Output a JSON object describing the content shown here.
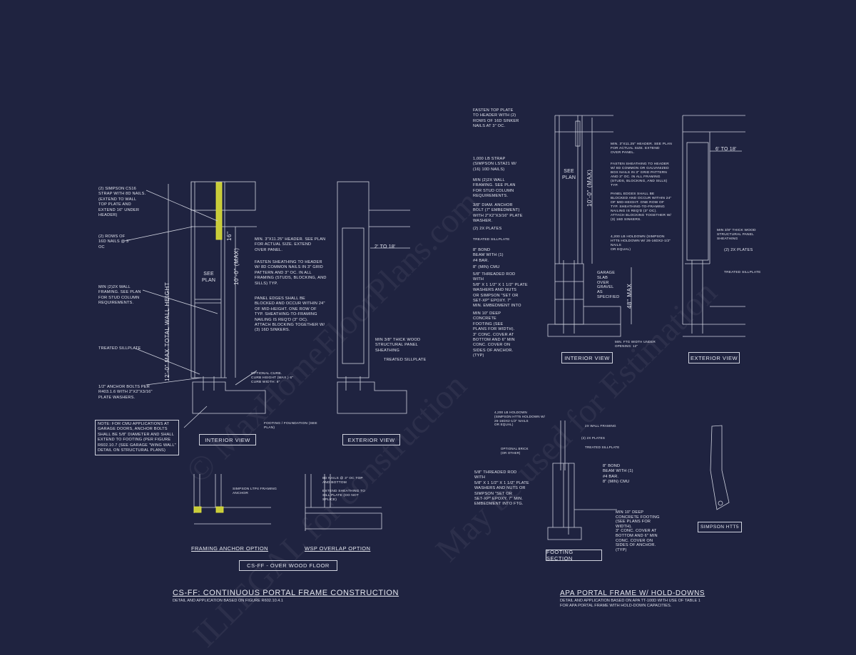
{
  "watermark": [
    "© MaxHomeFloorPlans.com",
    "ILLEGAL for construction",
    "May be used for Estimation"
  ],
  "colors": {
    "background": "#1f2340",
    "lines": "#cfd2de",
    "highlight": "#e6e83a"
  },
  "left_detail": {
    "notes": {
      "cs16_strap": "(2) SIMPSON CS16\nSTRAP WITH 8d NAILS.\n(EXTEND TO WALL\nTOP PLATE AND\nEXTEND 16\" UNDER\nHEADER)",
      "rows_nails": "(2) ROWS OF\n16d NAILS @ 3\"\nOC",
      "wall_framing": "MIN (2)2X WALL\nFRAMING. SEE PLAN\nFOR STUD COLUMN\nREQUIREMENTS.",
      "treated_sillplate": "TREATED SILLPLATE",
      "anchor_bolts": "1/2\" ANCHOR BOLTS PER\nR403.1.6 WITH 2\"x2\"x3/16\"\nPLATE WASHERS.",
      "cmu_note": "NOTE: FOR CMU APPLICATIONS AT\nGARAGE DOORS, ANCHOR BOLTS\nSHALL BE 5/8\" DIAMETER AND SHALL\nEXTEND TO FOOTING (PER FIGURE\nR602.10.7 (SEE GARAGE \"WING WALL\"\nDETAIL ON STRUCTURAL PLANS)",
      "header": "MIN. 3\"x11.25\" HEADER. SEE PLAN\nFOR ACTUAL SIZE. EXTEND\nOVER PANEL.",
      "fasten_sheathing": "FASTEN SHEATHING TO HEADER\nW/ 8d COMMON NAILS IN 3\" GRID\nPATTERN AND 3\" OC. IN ALL\nFRAMING (STUDS, BLOCKING, AND\nSILLS) TYP.",
      "panel_edges": "PANEL EDGES SHALL BE\nBLOCKED AND OCCUR WITHIN 24\"\nOF MID-HEIGHT. ONE ROW OF\nTYP. SHEATHING-TO-FRAMING\nNAILING IS REQ'D (3\" OC).\nATTACH BLOCKING TOGETHER W/\n(3) 16d SINKERS.",
      "optional_curb": "OPTIONAL CURB.\nCURB HEIGHT (MAX.) 6\"\nCURB WIDTH: 8\"",
      "footing": "FOOTING / FOUNDATION (SEE\nPLAN)",
      "span": "2' TO 18'",
      "sheathing": "MIN 3/8\" THICK WOOD\nSTRUCTURAL PANEL\nSHEATHING",
      "treated_sillplate_ext": "TREATED SILLPLATE",
      "see_plan": "SEE\nPLAN",
      "dim_total": "12'-0\" MAX TOTAL WALL HEIGHT",
      "dim_max": "10'-0\" (MAX)",
      "dim_16": "16\"",
      "ltp4": "SIMPSON LTP4 FRAMING\nANCHOR",
      "nails_8d": "8d NAILS @ 3\" OC TOP\nAND BOTTOM",
      "extend_sheathing": "EXTEND SHEATHING TO\nSILL PLATE (DO NOT\nSPLICE)"
    },
    "labels": {
      "interior_view": "INTERIOR VIEW",
      "exterior_view": "EXTERIOR VIEW",
      "framing_anchor_option": "FRAMING ANCHOR OPTION",
      "wsp_overlap_option": "WSP OVERLAP OPTION",
      "over_wood_floor": "CS-FF - OVER WOOD FLOOR"
    },
    "title": "CS-FF: CONTINUOUS PORTAL FRAME CONSTRUCTION",
    "subtitle": "DETAIL AND APPLICATION BASED ON FIGURE R602.10.4.1"
  },
  "right_detail": {
    "notes": {
      "fasten_top_plate": "FASTEN TOP PLATE\nTO HEADER WITH (2)\nROWS OF 16d SINKER\nNAILS AT 3\" OC.",
      "strap": "1,000 LB STRAP\n(SIMPSON LSTA21 W/\n(16) 10d NAILS)",
      "wall_framing": "MIN (2)2X WALL\nFRAMING. SEE PLAN\nFOR STUD COLUMN\nREQUIREMENTS.",
      "anchor_bolt": "3/8\" DIAM. ANCHOR\nBOLT (7\" EMBEDMENT)\nWITH 2\"x2\"x3/16\" PLATE\nWASHER.",
      "plates": "(2) 2x PLATES",
      "treated_sillplate": "TREATED SILLPLATE",
      "bond_beam": "8\" BOND\nBEAM WITH (1)\n#4 BAR.",
      "cmu": "8\" (MIN) CMU",
      "threaded_rod": "5/8\" THREADED ROD\nWITH\n5/8\" x 1 1/2\" x 1 1/2\" PLATE\nWASHERS AND NUTS\nOR SIMPSON \"SET OR\nSET-XP\" EPOXY. 7\"\nMIN. EMBEDMENT INTO",
      "concrete_footing": "MIN 10\" DEEP\nCONCRETE\nFOOTING (SEE\nPLANS FOR WIDTH).\n3\" CONC. COVER AT\nBOTTOM AND 6\" MIN\nCONC. COVER ON\nSIDES OF ANCHOR.\n(TYP)",
      "header": "MIN. 3\"x11.25\" HEADER. SEE PLAN\nFOR ACTUAL SIZE. EXTEND\nOVER PANEL.",
      "fasten_sheathing": "FASTEN SHEATHING TO HEADER\nW/ 8d COMMON OR GALVANIZED\nBOX NAILS IN 3\" GRID PATTERN\nAND 3\" OC. IN ALL FRAMING\n(STUDS, BLOCKING, AND SILLS)\nTYP.",
      "panel_edges": "PANEL EDGES SHALL BE\nBLOCKED AND OCCUR WITHIN 24\"\nOF MID-HEIGHT. ONE ROW OF\nTYP. SHEATHING-TO-FRAMING\nNAILING IS REQ'D (3\" OC).\nATTACH BLOCKING TOGETHER W/\n(3) 16d SINKERS.",
      "holdown": "4,200 LB HOLDOWN (SIMPSON\nHTT5 HOLDOWN W/ 26-16dx2-1/2\"\nNAILS\nOR EQUAL)",
      "garage_slab": "GARAGE\nSLAB\nOVER\nGRAVEL\nAS\nSPECIFIED",
      "dim_48": "48\" MAX",
      "dim_max": "10'-0\" (MAX)",
      "see_plan": "SEE\nPLAN",
      "min_ftg": "MIN. FTG WIDTH UNDER\nOPENING: 12\"",
      "span": "6' TO 18'",
      "sheathing": "MIN 3/8\" THICK WOOD\nSTRUCTURAL PANEL\nSHEATHING",
      "plates_ext": "(2) 2x PLATES",
      "treated_sillplate_ext": "TREATED SILLPLATE"
    },
    "labels": {
      "interior_view": "INTERIOR VIEW",
      "exterior_view": "EXTERIOR VIEW"
    },
    "footing_section": {
      "holdown": "4,200 LB HOLDOWN\n(SIMPSON HTT5 HOLDOWN W/\n26-16dx2-1/2\" NAILS\nOR EQUAL)",
      "wall_framing": "2x WALL FRAMING",
      "plates": "(2) 2x PLATES",
      "sillplate": "TREATED SILLPLATE",
      "brick": "OPTIONAL BRICK\n(OR OTHER)",
      "bond_beam": "8\" BOND\nBEAM WITH (1)\n#4 BAR.\n8\" (MIN) CMU",
      "threaded_rod": "5/8\" THREADED ROD\nWITH\n5/8\" x 1 1/2\" x 1 1/2\" PLATE\nWASHERS AND NUTS OR\nSIMPSON \"SET OR\nSET-XP\" EPOXY. 7\" MIN.\nEMBEDMENT INTO FTG.",
      "footing": "MIN 10\" DEEP\nCONCRETE FOOTING\n(SEE PLANS FOR\nWIDTH).\n3\" CONC. COVER AT\nBOTTOM AND 6\" MIN\nCONC. COVER ON\nSIDES OF ANCHOR.\n(TYP)",
      "label": "FOOTING SECTION",
      "htt5_label": "SIMPSON HTT5"
    },
    "title": "APA PORTAL FRAME W/ HOLD-DOWNS",
    "subtitle": "DETAIL AND APPLICATION BASED ON APA TT-100D WITH USE OF TABLE 1\nFOR APA PORTAL FRAME WITH HOLD-DOWN CAPACITIES."
  }
}
